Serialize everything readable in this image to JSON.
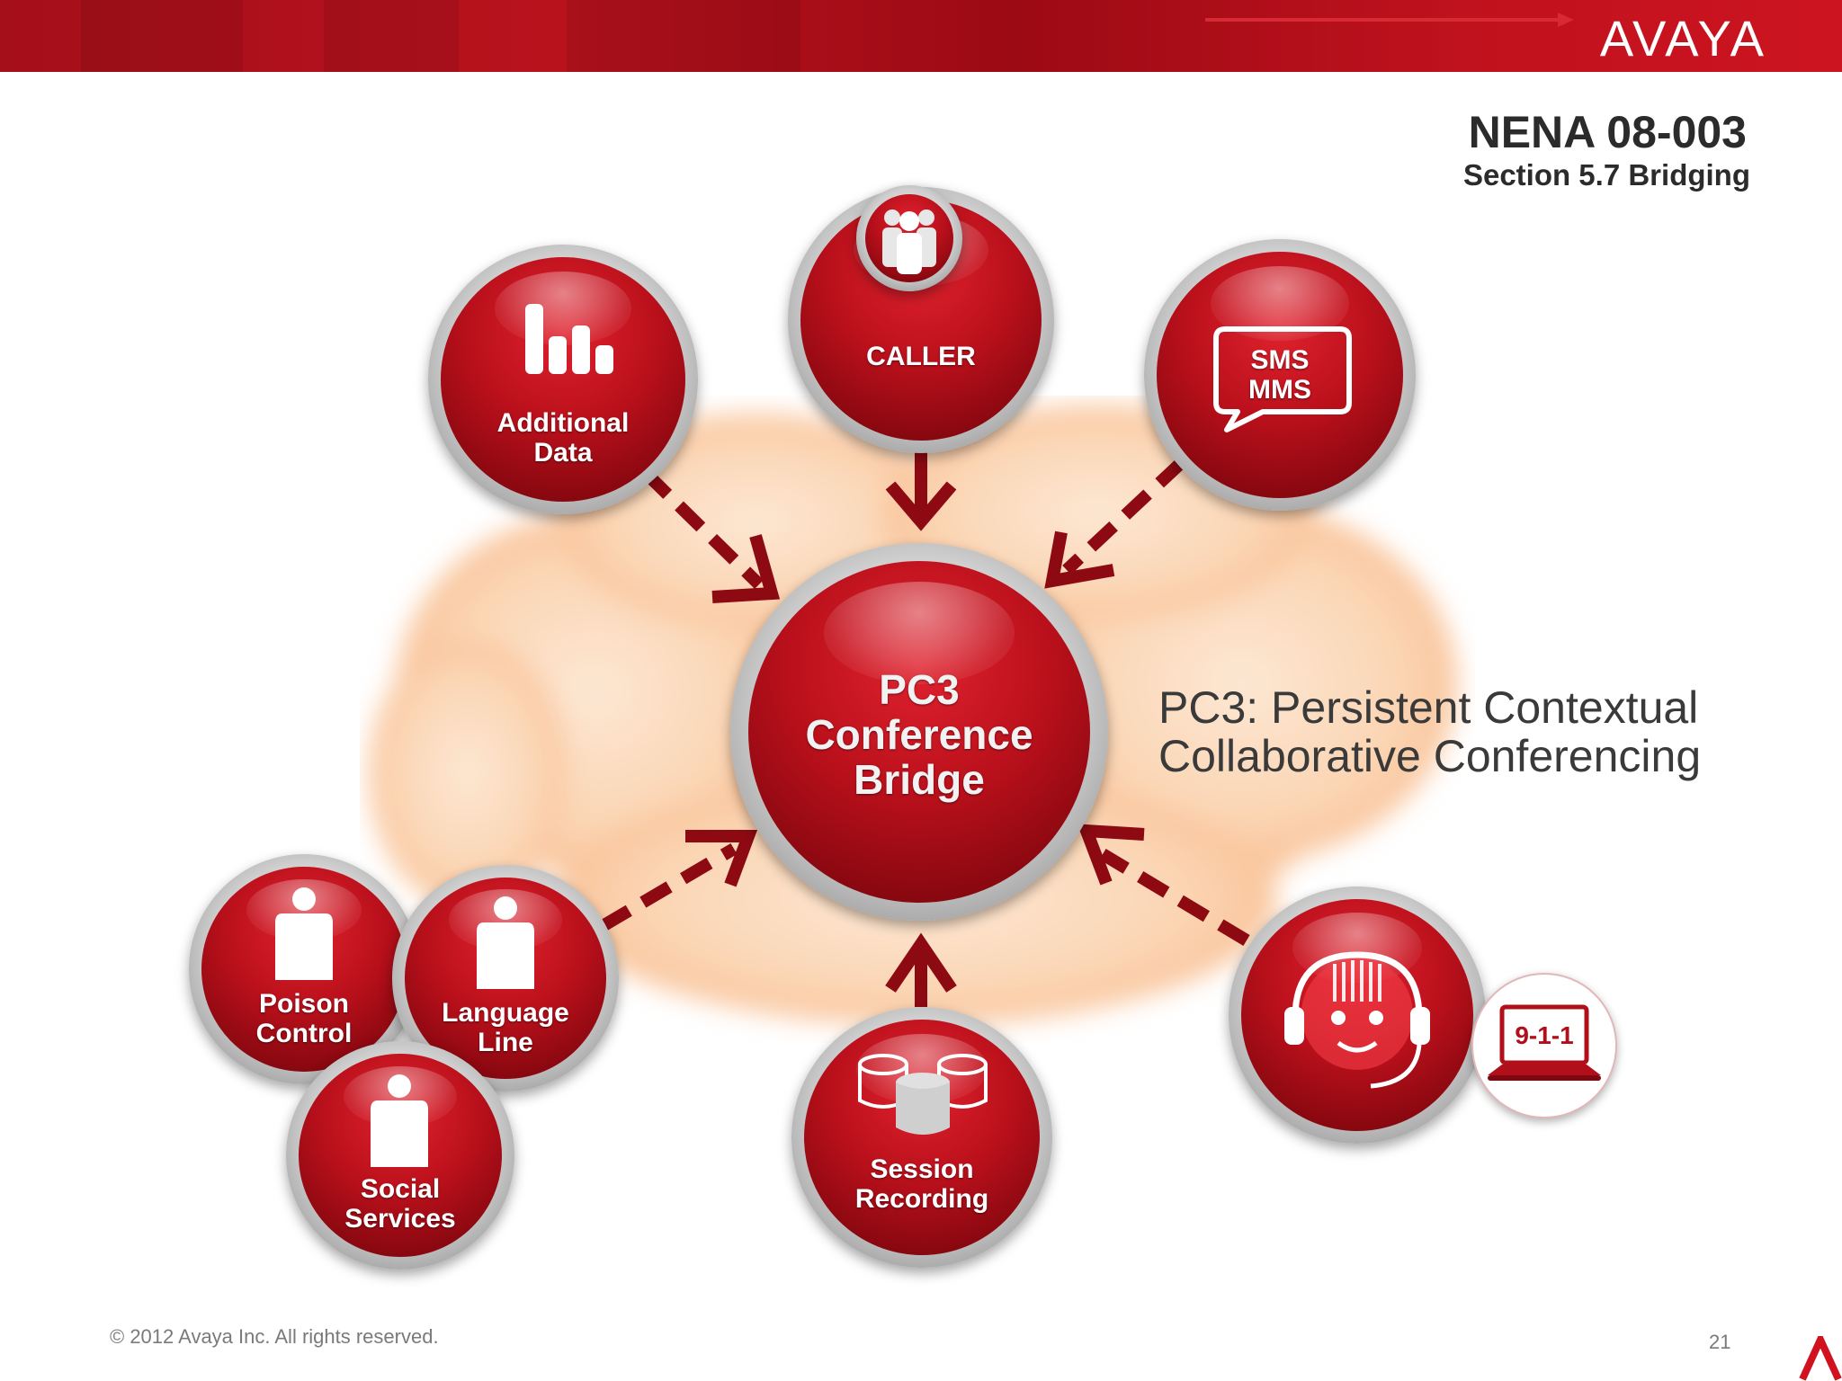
{
  "header": {
    "logo": "AVAYA"
  },
  "title": "NENA 08-003",
  "subtitle": "Section 5.7 Bridging",
  "center": {
    "lines": [
      "PC3",
      "Conference",
      "Bridge"
    ]
  },
  "nodes": {
    "additional_data": {
      "lines": [
        "Additional",
        "Data"
      ],
      "icon": "bar-chart-icon"
    },
    "caller": {
      "label": "CALLER",
      "icon": "caller-group-icon"
    },
    "sms_mms": {
      "lines": [
        "SMS",
        "MMS"
      ],
      "icon": "speech-bubble-icon"
    },
    "poison_control": {
      "lines": [
        "Poison",
        "Control"
      ],
      "icon": "person-icon"
    },
    "language_line": {
      "lines": [
        "Language",
        "Line"
      ],
      "icon": "person-icon"
    },
    "social_services": {
      "lines": [
        "Social",
        "Services"
      ],
      "icon": "person-icon"
    },
    "session_recording": {
      "lines": [
        "Session",
        "Recording"
      ],
      "icon": "database-icon"
    },
    "call_taker": {
      "icon": "headset-agent-icon",
      "badge": "9-1-1",
      "badge_icon": "laptop-icon"
    }
  },
  "definition": {
    "lines": [
      "PC3: Persistent Contextual",
      "Collaborative Conferencing"
    ]
  },
  "footer": {
    "copyright": "© 2012 Avaya Inc. All rights reserved.",
    "page": "21"
  },
  "colors": {
    "brand_red": "#c0121e",
    "arrow_red": "#8e0a12",
    "cloud": "#fbd3b0",
    "text_dark": "#2b2b2b"
  }
}
